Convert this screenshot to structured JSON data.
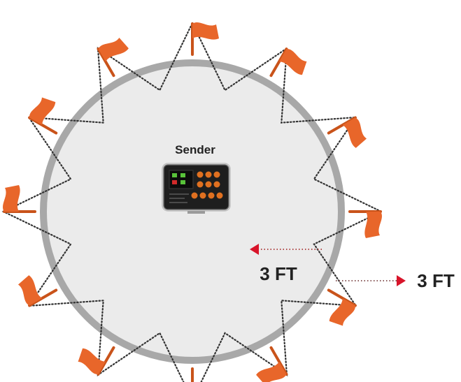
{
  "diagram": {
    "sender_label": "Sender",
    "inner_distance_label": "3 FT",
    "outer_distance_label": "3 FT"
  },
  "colors": {
    "flag": "#e8662a",
    "flag_pole": "#c9531a",
    "ring": "#a8a8a8",
    "fill": "#ebebeb",
    "dotted_boundary": "#333333",
    "arrow_line": "#b04a4a",
    "arrow_head": "#d8142a",
    "device_body": "#2a2a2a",
    "device_button": "#e07020"
  },
  "icons": {
    "flag": "flag-icon",
    "device": "sender-device-icon"
  },
  "flag_count": 12
}
